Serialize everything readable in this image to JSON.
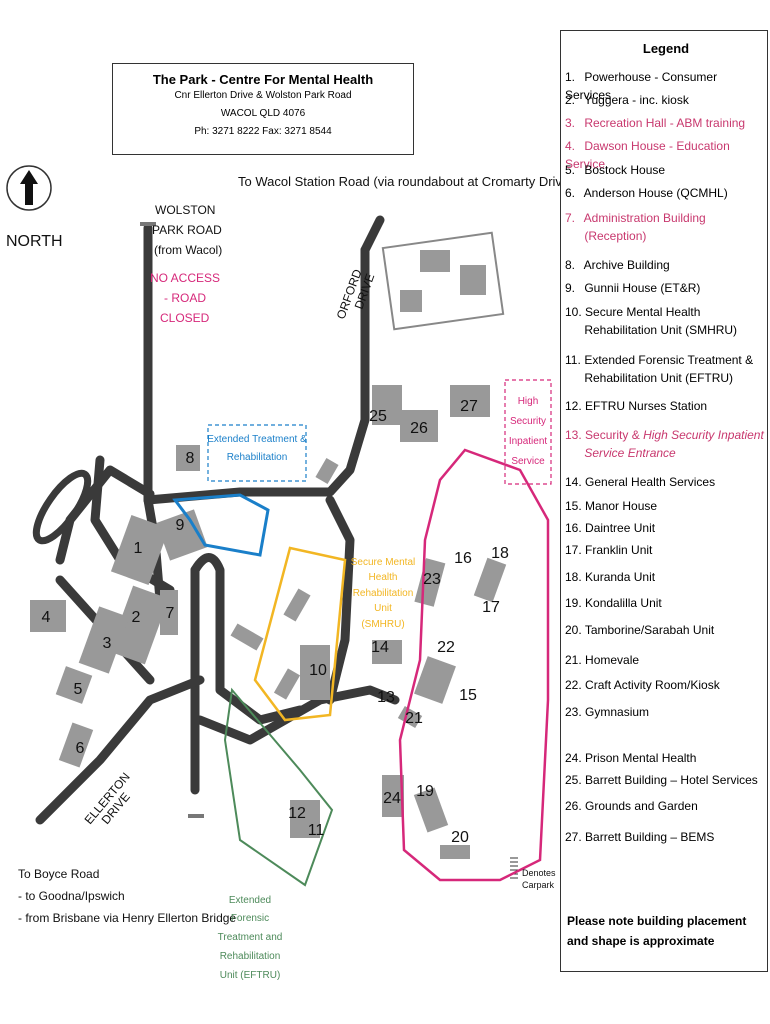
{
  "title": {
    "heading": "The Park - Centre For Mental Health",
    "address1": "Cnr Ellerton Drive & Wolston Park Road",
    "address2": "WACOL QLD 4076",
    "phone": "Ph: 3271 8222    Fax: 3271 8544"
  },
  "north": "NORTH",
  "labels": {
    "wacol_station": "To Wacol Station Road (via roundabout at Cromarty Drive)",
    "wolston_1": "WOLSTON",
    "wolston_2": "PARK ROAD",
    "wolston_3": "(from Wacol)",
    "no_access_1": "NO ACCESS",
    "no_access_2": "- ROAD",
    "no_access_3": "CLOSED",
    "orford_1": "ORFORD",
    "orford_2": "DRIVE",
    "ellerton_1": "ELLERTON",
    "ellerton_2": "DRIVE",
    "boyce_1": "To Boyce Road",
    "boyce_2": "- to Goodna/Ipswich",
    "boyce_3": "- from Brisbane via Henry Ellerton Bridge",
    "carpark_1": "Denotes",
    "carpark_2": "Carpark"
  },
  "zones": {
    "etr_1": "Extended Treatment &",
    "etr_2": "Rehabilitation",
    "smhru_1": "Secure Mental",
    "smhru_2": "Health",
    "smhru_3": "Rehabilitation",
    "smhru_4": "Unit",
    "smhru_5": "(SMHRU)",
    "eftru_1": "Extended",
    "eftru_2": "Forensic",
    "eftru_3": "Treatment and",
    "eftru_4": "Rehabilitation",
    "eftru_5": "Unit (EFTRU)",
    "hsis_1": "High",
    "hsis_2": "Security",
    "hsis_3": "Inpatient",
    "hsis_4": "Service"
  },
  "building_numbers": [
    "1",
    "2",
    "3",
    "4",
    "5",
    "6",
    "7",
    "8",
    "9",
    "10",
    "11",
    "12",
    "13",
    "14",
    "15",
    "16",
    "17",
    "18",
    "19",
    "20",
    "21",
    "22",
    "23",
    "24",
    "25",
    "26",
    "27"
  ],
  "legend": {
    "heading": "Legend",
    "l1": "1.",
    "t1": "Powerhouse - Consumer Services",
    "l2": "2.",
    "t2": "Yuggera - inc. kiosk",
    "l3": "3.",
    "t3": "Recreation Hall - ABM training",
    "l4": "4.",
    "t4": "Dawson House - Education Service",
    "l5": "5.",
    "t5": "Bostock House",
    "l6": "6.",
    "t6": "Anderson House (QCMHL)",
    "l7": "7.",
    "t7a": "Administration Building",
    "t7b": "(Reception)",
    "l8": "8.",
    "t8": "Archive Building",
    "l9": "9.",
    "t9": "Gunnii House (ET&R)",
    "l10": "10.",
    "t10a": "Secure Mental Health",
    "t10b": "Rehabilitation Unit (SMHRU)",
    "l11": "11.",
    "t11a": "Extended Forensic Treatment &",
    "t11b": "Rehabilitation Unit (EFTRU)",
    "l12": "12.",
    "t12": "EFTRU Nurses Station",
    "l13": "13.",
    "t13a": "Security &",
    "t13b": "High Security Inpatient",
    "t13c": "Service Entrance",
    "l14": "14.",
    "t14": "General Health Services",
    "l15": "15.",
    "t15": "Manor House",
    "l16": "16.",
    "t16": "Daintree Unit",
    "l17": "17.",
    "t17": "Franklin Unit",
    "l18": "18.",
    "t18": "Kuranda Unit",
    "l19": "19.",
    "t19": "Kondalilla Unit",
    "l20": "20.",
    "t20": "Tamborine/Sarabah Unit",
    "l21": "21.",
    "t21": "Homevale",
    "l22": "22.",
    "t22": "Craft Activity Room/Kiosk",
    "l23": "23.",
    "t23": "Gymnasium",
    "l24": "24.",
    "t24": "Prison Mental Health",
    "l25": "25.",
    "t25": "Barrett Building – Hotel Services",
    "l26": "26.",
    "t26": "Grounds and Garden",
    "l27": "27.",
    "t27": "Barrett Building – BEMS",
    "note1": "Please note building placement",
    "note2": "and shape is approximate"
  },
  "colors": {
    "road": "#3a3a3a",
    "building": "#999999",
    "etr_blue": "#1a7fc9",
    "smhru_yellow": "#f2b623",
    "eftru_green": "#4d8a5a",
    "hsis_magenta": "#d6287a",
    "legend_red": "#c8386e"
  }
}
